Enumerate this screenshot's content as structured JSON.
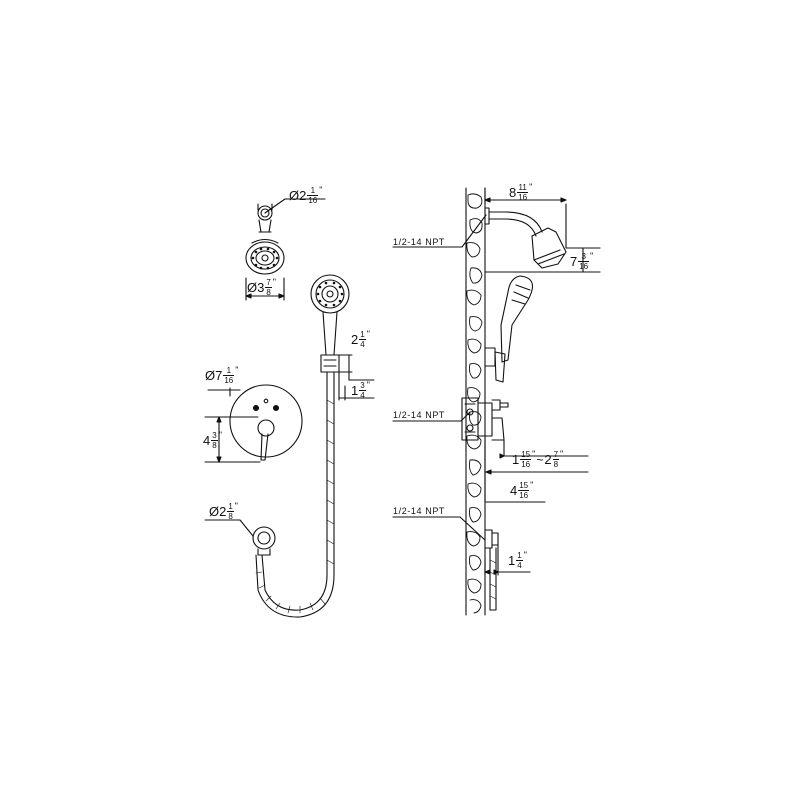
{
  "labels": {
    "shower_head_connector": {
      "prefix": "Ø2",
      "num": "1",
      "den": "16",
      "quote": "\""
    },
    "shower_head_face": {
      "prefix": "Ø3",
      "num": "7",
      "den": "8",
      "quote": "\""
    },
    "hand_holder_height": {
      "prefix": "2",
      "num": "1",
      "den": "4",
      "quote": "\""
    },
    "hand_holder_offset": {
      "prefix": "1",
      "num": "3",
      "den": "4",
      "quote": "\""
    },
    "trim_plate": {
      "prefix": "Ø7",
      "num": "1",
      "den": "16",
      "quote": "\""
    },
    "trim_plate_center": {
      "prefix": "4",
      "num": "3",
      "den": "8",
      "quote": "\""
    },
    "wall_elbow": {
      "prefix": "Ø2",
      "num": "1",
      "den": "8",
      "quote": "\""
    },
    "arm_reach": {
      "prefix": "8",
      "num": "11",
      "den": "16",
      "quote": "\""
    },
    "arm_drop": {
      "prefix": "7",
      "num": "3",
      "den": "16",
      "quote": "\""
    },
    "valve_depth_range": {
      "min_prefix": "1",
      "min_num": "15",
      "min_den": "16",
      "min_quote": "\"",
      "tilde": "~",
      "max_prefix": "2",
      "max_num": "7",
      "max_den": "8",
      "max_quote": "\""
    },
    "valve_body": {
      "prefix": "4",
      "num": "15",
      "den": "16",
      "quote": "\""
    },
    "elbow_projection": {
      "prefix": "1",
      "num": "1",
      "den": "4",
      "quote": "\""
    }
  },
  "npt": {
    "top": "1/2-14 NPT",
    "middle": "1/2-14 NPT",
    "bottom": "1/2-14 NPT"
  }
}
